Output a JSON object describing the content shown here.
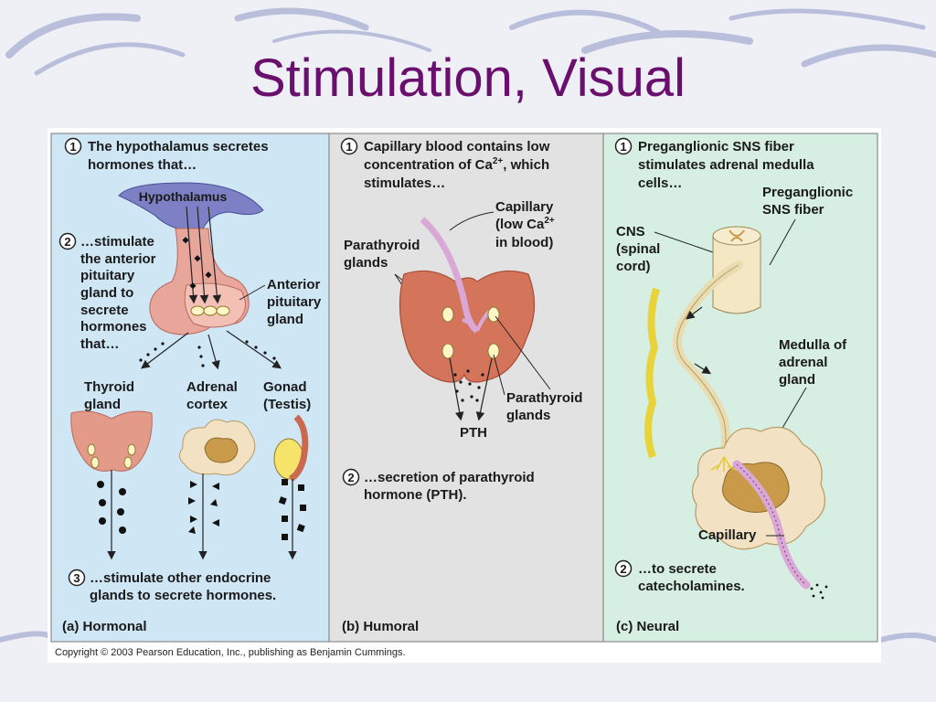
{
  "slide": {
    "title": "Stimulation, Visual"
  },
  "panel_a": {
    "step1_line1": "The hypothalamus secretes",
    "step1_line2": "hormones that…",
    "hypothalamus_label": "Hypothalamus",
    "step2_lines": [
      "…stimulate",
      "the anterior",
      "pituitary",
      "gland to",
      "secrete",
      "hormones",
      "that…"
    ],
    "anterior_pituitary_lines": [
      "Anterior",
      "pituitary",
      "gland"
    ],
    "thyroid_lines": [
      "Thyroid",
      "gland"
    ],
    "adrenal_lines": [
      "Adrenal",
      "cortex"
    ],
    "gonad_lines": [
      "Gonad",
      "(Testis)"
    ],
    "step3_line1": "…stimulate other endocrine",
    "step3_line2": "glands to secrete hormones.",
    "caption": "(a)  Hormonal"
  },
  "panel_b": {
    "step1_line1": "Capillary blood contains low",
    "step1_line2": "concentration of Ca",
    "step1_sup": "2+",
    "step1_line2_end": ", which",
    "step1_line3": "stimulates…",
    "capillary_lines": [
      "Capillary",
      "(low Ca",
      "in blood)"
    ],
    "capillary_sup": "2+",
    "parathyroid_top_lines": [
      "Parathyroid",
      "glands"
    ],
    "parathyroid_bottom_lines": [
      "Parathyroid",
      "glands"
    ],
    "pth_label": "PTH",
    "step2_line1": "…secretion of parathyroid",
    "step2_line2": "hormone (PTH).",
    "caption": "(b)  Humoral"
  },
  "panel_c": {
    "step1_line1": "Preganglionic SNS fiber",
    "step1_line2": "stimulates adrenal medulla",
    "step1_line3": "cells…",
    "preganglionic_lines": [
      "Preganglionic",
      "SNS fiber"
    ],
    "cns_lines": [
      "CNS",
      "(spinal",
      "cord)"
    ],
    "medulla_lines": [
      "Medulla of",
      "adrenal",
      "gland"
    ],
    "capillary_label": "Capillary",
    "step2_line1": "…to secrete",
    "step2_line2": "catecholamines.",
    "caption": "(c)  Neural"
  },
  "step_numbers": {
    "one": "1",
    "two": "2",
    "three": "3"
  },
  "copyright": "Copyright © 2003 Pearson Education, Inc., publishing as Benjamin Cummings.",
  "colors": {
    "title": "#6a0f6e",
    "panel_a_bg": "#cfe6f5",
    "panel_b_bg": "#e2e2e2",
    "panel_c_bg": "#d7eee3",
    "gland_pink": "#e8a59a",
    "gland_red": "#c96a50",
    "hypothalamus": "#7d80c4"
  }
}
